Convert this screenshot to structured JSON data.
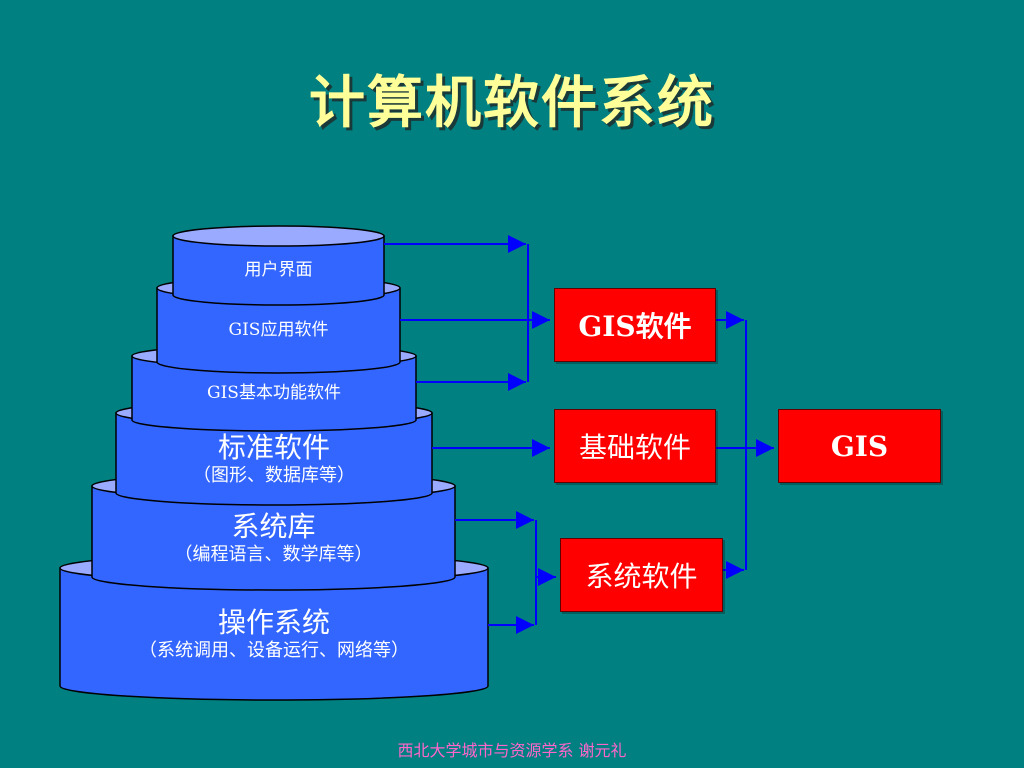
{
  "title": "计算机软件系统",
  "layers": [
    {
      "main": "用户界面",
      "sub": ""
    },
    {
      "main": "GIS应用软件",
      "sub": ""
    },
    {
      "main": "GIS基本功能软件",
      "sub": ""
    },
    {
      "main": "标准软件",
      "sub": "（图形、数据库等）"
    },
    {
      "main": "系统库",
      "sub": "（编程语言、数学库等）"
    },
    {
      "main": "操作系统",
      "sub": "（系统调用、设备运行、网络等）"
    }
  ],
  "boxes": {
    "gis_software": "GIS软件",
    "base_software": "基础软件",
    "system_software": "系统软件",
    "gis": "GIS"
  },
  "colors": {
    "background": "#008080",
    "layer_fill": "#3366ff",
    "layer_top": "#99aaff",
    "box_fill": "#ff0000",
    "arrow": "#0000ff",
    "title": "#ffff99",
    "footer": "#ff66cc"
  },
  "footer": "西北大学城市与资源学系 谢元礼"
}
